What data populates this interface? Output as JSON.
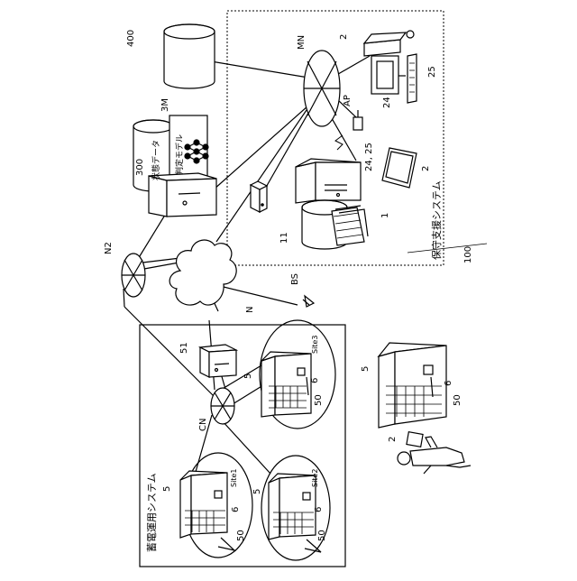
{
  "labels": {
    "database_400": "400",
    "model_3m": "3M",
    "state_data": "状態データ",
    "judgment_model": "判定モデル",
    "server_300": "300",
    "network_n2": "N2",
    "network_mn": "MN",
    "network_n": "N",
    "network_cn": "CN",
    "base_station": "BS",
    "access_point": "AP",
    "maintenance_system": "保守支援システム",
    "maintenance_system_ref": "100",
    "storage_system": "蓄電運用システム",
    "ref_1": "1",
    "ref_11": "11",
    "ref_2_top": "2",
    "ref_25_top": "25",
    "ref_24_top": "24",
    "ref_24_25": "24, 25",
    "ref_2_tablet": "2",
    "ref_51": "51",
    "site1": "Site1",
    "site2": "Site2",
    "site3": "Site3",
    "ref_5_site1": "5",
    "ref_6_site1": "6",
    "ref_50_site1": "50",
    "ref_5_site2": "5",
    "ref_6_site2": "6",
    "ref_50_site2": "50",
    "ref_5_site3": "5",
    "ref_6_site3": "6",
    "ref_50_site3": "50",
    "ref_5_field": "5",
    "ref_6_field": "6",
    "ref_50_field": "50",
    "ref_2_worker": "2"
  }
}
